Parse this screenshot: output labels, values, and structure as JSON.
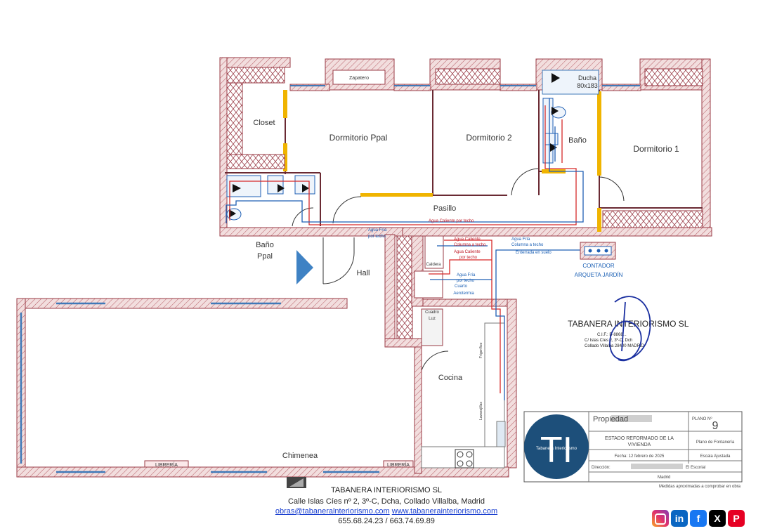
{
  "rooms": {
    "closet": "Closet",
    "dormitorio_ppal": "Dormitorio Ppal",
    "dormitorio_2": "Dormitorio 2",
    "dormitorio_1": "Dormitorio 1",
    "bano": "Baño",
    "bano_ppal_1": "Baño",
    "bano_ppal_2": "Ppal",
    "pasillo": "Pasillo",
    "hall": "Hall",
    "cocina": "Cocina",
    "chimenea": "Chimenea",
    "zapatero": "Zapatero",
    "ducha_1": "Ducha",
    "ducha_2": "80x183",
    "cuadro_luz_1": "Cuadro",
    "cuadro_luz_2": "Luz",
    "caldera": "Caldera",
    "cuarto_aerotermia_1": "Cuarto",
    "cuarto_aerotermia_2": "Aerotermia",
    "libreria": "LIBRERÍA",
    "frigorifico": "Frigorífico",
    "lavavajillas": "Lavavajillas"
  },
  "pipes": {
    "agua_caliente_techo": "Agua Caliente por techo",
    "agua_fria_techo_1": "Agua Fría",
    "agua_fria_techo_2": "por techo",
    "agua_caliente_columna_1": "Agua Caliente",
    "agua_caliente_columna_2": "Columna a techo",
    "agua_fria_columna_1": "Agua Fría",
    "agua_fria_columna_2": "Columna a techo",
    "enterrada_suelo": "Enterrada en suelo",
    "agua_caliente_techo_2a": "Agua Caliente",
    "agua_caliente_techo_2b": "por techo",
    "agua_fria_techo_3a": "Agua Fría",
    "agua_fria_techo_3b": "por techo",
    "contador_1": "CONTADOR",
    "contador_2": "ARQUETA JARDÍN"
  },
  "stamp": {
    "company": "TABANERA INTERIORISMO SL",
    "cif": "C.I.F.: B-8868...",
    "address": "C/ Islas Cíes 2, 3º-C, Dch",
    "city": "Collado Villalba 28400 MADRID"
  },
  "title_block": {
    "logo_letters": "TI",
    "logo_caption": "Tabanera Interiorismo",
    "propiedad_label": "Propiedad",
    "plano_label": "PLANO Nº",
    "plano_number": "9",
    "estado_1": "ESTADO REFORMADO DE LA",
    "estado_2": "VIVIENDA",
    "plano_tipo": "Plano de Fontanería",
    "fecha": "Fecha: 12 febrero de 2025",
    "escala": "Escala Ajustada",
    "direccion_label": "Dirección:",
    "direccion_suffix": "El Escorial",
    "ciudad": "Madrid",
    "nota": "Medidas aproximadas a comprobar en obra"
  },
  "footer": {
    "company": "TABANERA INTERIORISMO SL",
    "address": "Calle Islas Cíes nº 2, 3º-C, Dcha, Collado Villalba, Madrid",
    "email": "obras@tabaneralnteriorismo.com",
    "web": "www.tabanerainteriorismo.com",
    "phones": "655.68.24.23 / 663.74.69.89"
  },
  "social": {
    "instagram": "instagram-icon",
    "linkedin": "in",
    "facebook": "f",
    "x": "X",
    "pinterest": "P"
  },
  "colors": {
    "wall": "#9a3b46",
    "window": "#3f79b8",
    "door_gap": "#f0b400",
    "hot_pipe": "#d62828",
    "cold_pipe": "#1f5fb4",
    "logo_bg": "#1d4f7a",
    "entry_arrow": "#3f82c4"
  }
}
